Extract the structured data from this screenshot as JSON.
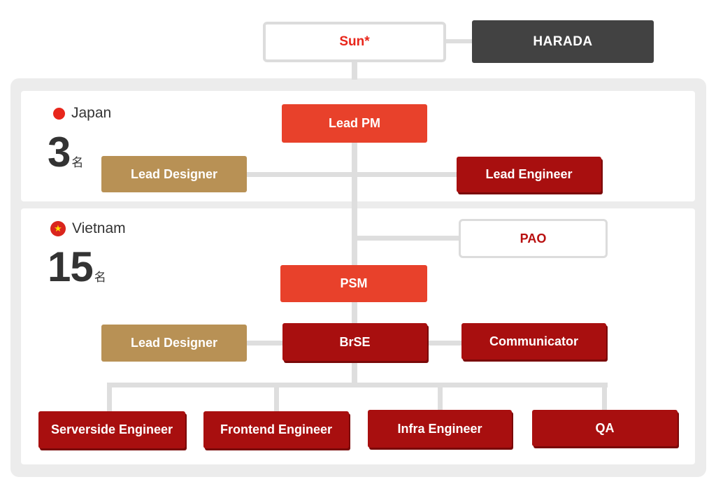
{
  "top": {
    "company_label": "Sun*",
    "client_label": "HARADA"
  },
  "japan": {
    "name": "Japan",
    "count": "3",
    "unit": "名",
    "nodes": {
      "lead_pm": "Lead PM",
      "lead_designer": "Lead Designer",
      "lead_engineer": "Lead Engineer"
    }
  },
  "vietnam": {
    "name": "Vietnam",
    "count": "15",
    "unit": "名",
    "nodes": {
      "pao": "PAO",
      "psm": "PSM",
      "lead_designer": "Lead Designer",
      "brse": "BrSE",
      "communicator": "Communicator",
      "serverside_engineer": "Serverside Engineer",
      "frontend_engineer": "Frontend Engineer",
      "infra_engineer": "Infra Engineer",
      "qa": "QA"
    }
  },
  "colors": {
    "accent_red": "#e8412b",
    "dark_red": "#a80f0f",
    "gold": "#b89155",
    "dark_gray": "#424242",
    "connector": "#dedede"
  }
}
